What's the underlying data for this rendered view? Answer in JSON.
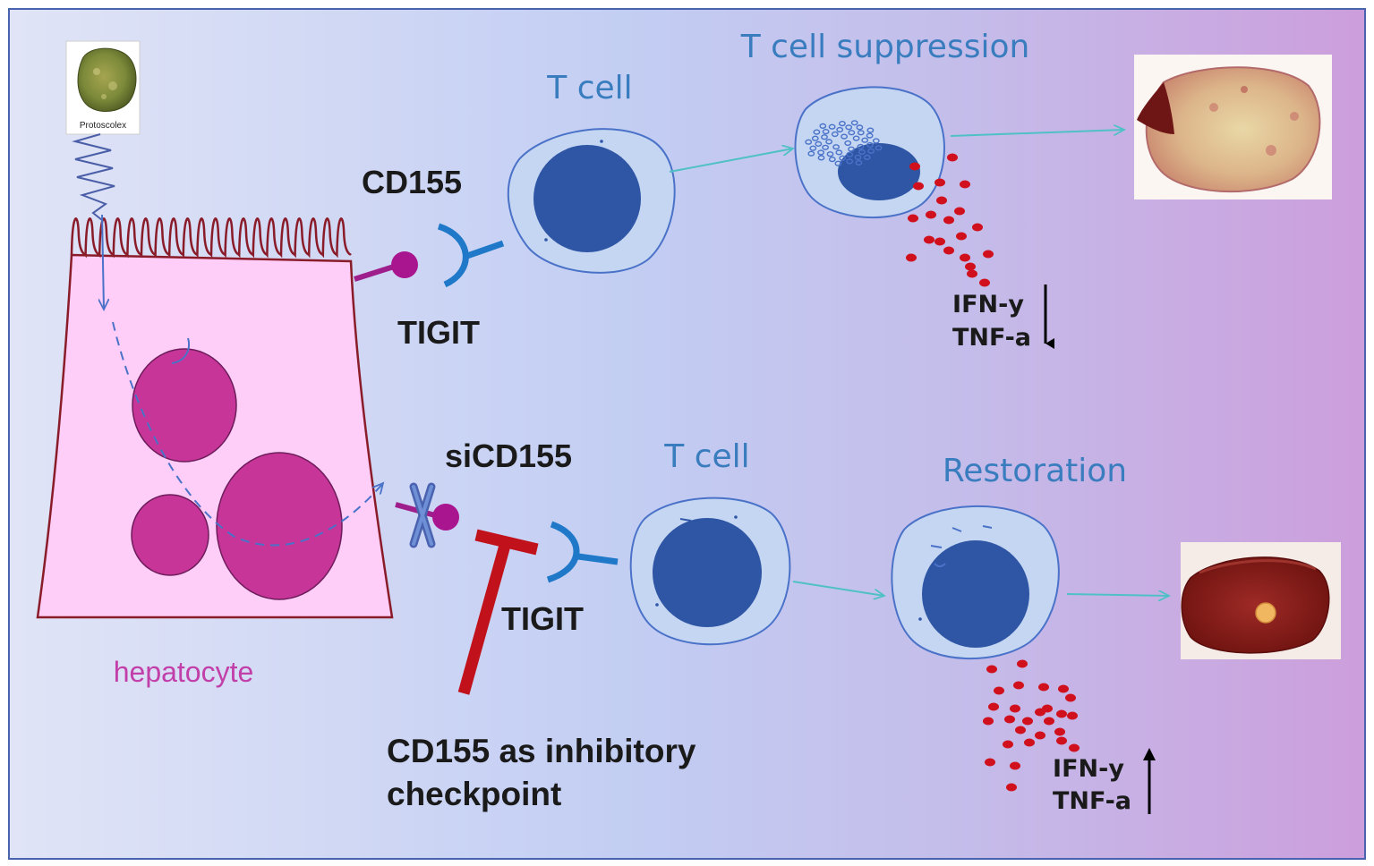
{
  "labels": {
    "protoscolex": "Protoscolex",
    "hepatocyte": "hepatocyte",
    "cd155": "CD155",
    "tigit_top": "TIGIT",
    "tcell_top": "T cell",
    "suppression": "T cell suppression",
    "ifn_top": "IFN-y",
    "tnf_top": "TNF-a",
    "sicd155": "siCD155",
    "tigit_bottom": "TIGIT",
    "tcell_bottom": "T cell",
    "restoration": "Restoration",
    "ifn_bottom": "IFN-y",
    "tnf_bottom": "TNF-a",
    "checkpoint_line1": "CD155 as inhibitory",
    "checkpoint_line2": "checkpoint"
  },
  "colors": {
    "background_left": "#dfe3f6",
    "background_mid": "#c2cdf2",
    "background_right": "#cc9fdc",
    "border": "#4a63b0",
    "hepatocyte_fill": "#ffcef8",
    "hepatocyte_outline": "#8a1c2a",
    "nucleus": "#c73598",
    "tcell_body": "#c5d6f2",
    "tcell_nucleus": "#2f56a5",
    "tigit": "#1f78c8",
    "cd155": "#9e1f8c",
    "inhibitor": "#c1121c",
    "cytokine": "#d0101c",
    "arrow": "#4fc1c6"
  },
  "icons": {
    "protoscolex": "protoscolex-photo",
    "tumor_top": "liver-lesion-photo",
    "tumor_bottom": "liver-lesion-photo"
  }
}
